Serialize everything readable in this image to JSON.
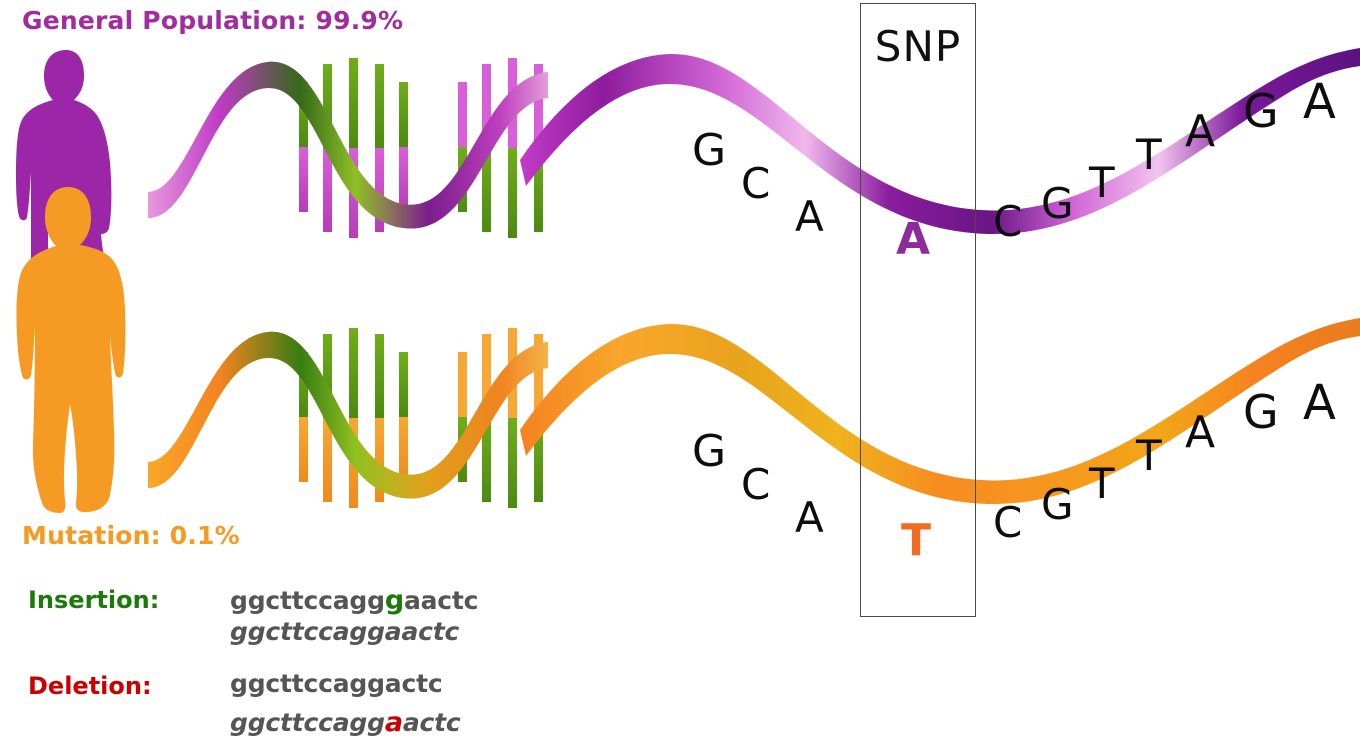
{
  "figure": {
    "top_row": {
      "label": "General Population: 99.9%",
      "label_color": "#A32BA0",
      "person_color": "#9B27A8",
      "helix_colors": [
        "#A32BA0",
        "#C23BC7",
        "#3D8A17",
        "#8DC21F"
      ],
      "snp_base": "A",
      "snp_base_color": "#8E2B9B",
      "sequence_left": [
        "G",
        "C",
        "A"
      ],
      "sequence_right": [
        "C",
        "G",
        "T",
        "T",
        "A",
        "G",
        "A"
      ]
    },
    "bottom_row": {
      "label": "Mutation: 0.1%",
      "label_color": "#F59A23",
      "person_color": "#F59A23",
      "helix_colors": [
        "#F58220",
        "#F7A928",
        "#2E7D12",
        "#8DC21F"
      ],
      "snp_base": "T",
      "snp_base_color": "#F26B21",
      "sequence_left": [
        "G",
        "C",
        "A"
      ],
      "sequence_right": [
        "C",
        "G",
        "T",
        "T",
        "A",
        "G",
        "A"
      ]
    },
    "snp_box": {
      "title": "SNP",
      "border_color": "#4a4a4a"
    },
    "variants": [
      {
        "name": "insertion",
        "label": "Insertion:",
        "label_color": "#1A7A0A",
        "line1_prefix": "ggcttccagg",
        "line1_highlight": "g",
        "line1_suffix": "aactc",
        "line2": "ggcttccaggaactc",
        "highlight_color": "#1A7A0A"
      },
      {
        "name": "deletion",
        "label": "Deletion:",
        "label_color": "#CC0000",
        "line1_prefix": "ggcttccaggactc",
        "line1_highlight": "",
        "line1_suffix": "",
        "line2_prefix": "ggcttccagg",
        "line2_highlight": "a",
        "line2_suffix": "actc",
        "highlight_color": "#CC0000"
      }
    ]
  }
}
